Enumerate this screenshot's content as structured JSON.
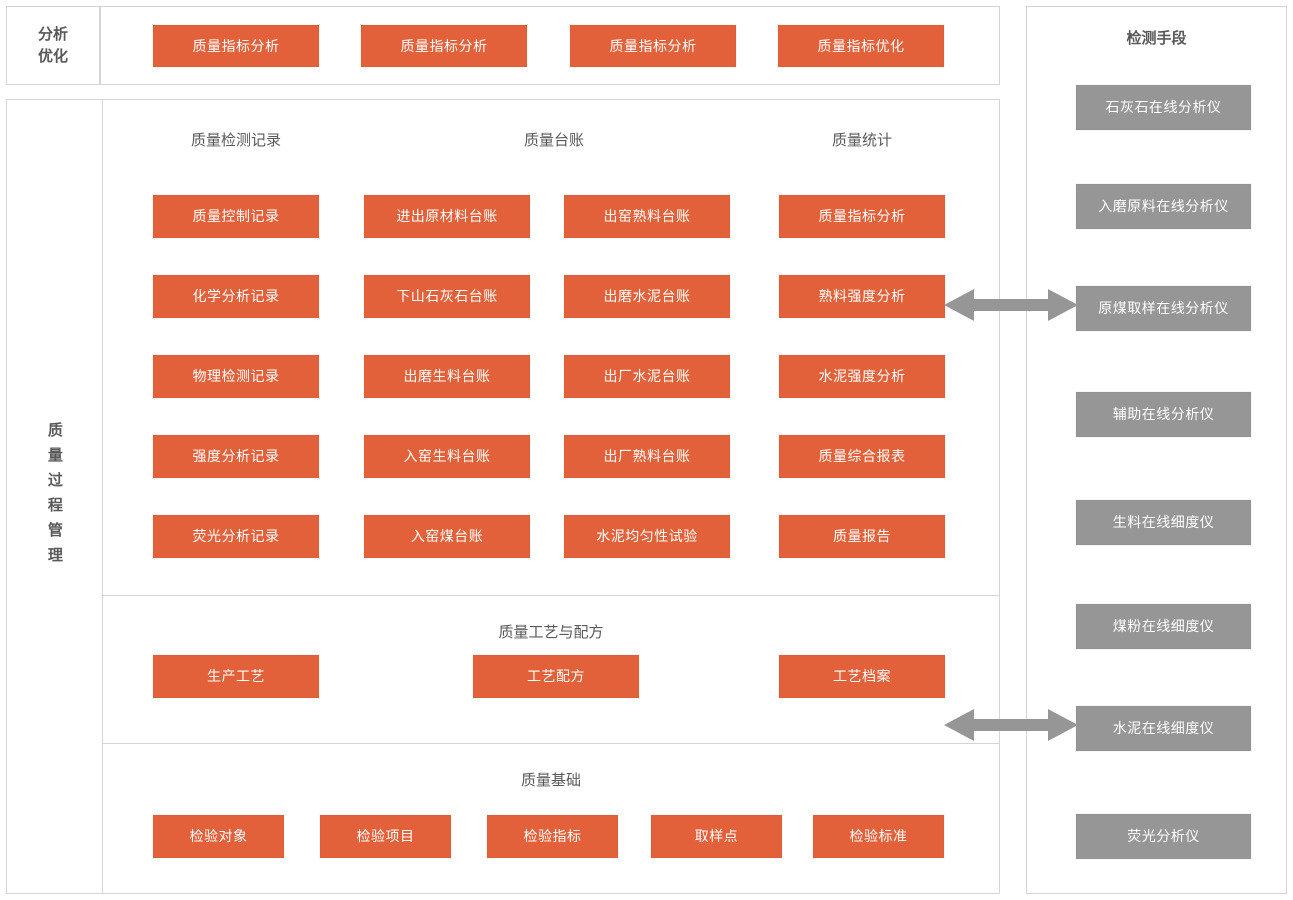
{
  "colors": {
    "orange": "#e2613a",
    "gray": "#969696",
    "border": "#d5d5d5",
    "text": "#595959"
  },
  "left_rail": {
    "top_label": "分析\n优化",
    "top_label_line1": "分析",
    "top_label_line2": "优化",
    "main_label": "质量过程管理"
  },
  "top_row": {
    "tiles": [
      {
        "label": "质量指标分析"
      },
      {
        "label": "质量指标分析"
      },
      {
        "label": "质量指标分析"
      },
      {
        "label": "质量指标优化"
      }
    ]
  },
  "groups": [
    {
      "title": "质量检测记录",
      "tiles": [
        {
          "label": "质量控制记录"
        },
        {
          "label": "化学分析记录"
        },
        {
          "label": "物理检测记录"
        },
        {
          "label": "强度分析记录"
        },
        {
          "label": "荧光分析记录"
        }
      ]
    },
    {
      "title": "质量台账",
      "tiles": [
        {
          "label": "进出原材料台账"
        },
        {
          "label": "下山石灰石台账"
        },
        {
          "label": "出磨生料台账"
        },
        {
          "label": "入窑生料台账"
        },
        {
          "label": "入窑煤台账"
        }
      ]
    },
    {
      "title": "",
      "tiles": [
        {
          "label": "出窑熟料台账"
        },
        {
          "label": "出磨水泥台账"
        },
        {
          "label": "出厂水泥台账"
        },
        {
          "label": "出厂熟料台账"
        },
        {
          "label": "水泥均匀性试验"
        }
      ]
    },
    {
      "title": "质量统计",
      "tiles": [
        {
          "label": "质量指标分析"
        },
        {
          "label": "熟料强度分析"
        },
        {
          "label": "水泥强度分析"
        },
        {
          "label": "质量综合报表"
        },
        {
          "label": "质量报告"
        }
      ]
    }
  ],
  "process_section": {
    "title": "质量工艺与配方",
    "tiles": [
      {
        "label": "生产工艺"
      },
      {
        "label": "工艺配方"
      },
      {
        "label": "工艺档案"
      }
    ]
  },
  "foundation_section": {
    "title": "质量基础",
    "tiles": [
      {
        "label": "检验对象"
      },
      {
        "label": "检验项目"
      },
      {
        "label": "检验指标"
      },
      {
        "label": "取样点"
      },
      {
        "label": "检验标准"
      }
    ]
  },
  "right_rail": {
    "title": "检测手段",
    "tiles": [
      {
        "label": "石灰石在线分析仪"
      },
      {
        "label": "入磨原料在线分析仪"
      },
      {
        "label": "原煤取样在线分析仪"
      },
      {
        "label": "辅助在线分析仪"
      },
      {
        "label": "生料在线细度仪"
      },
      {
        "label": "煤粉在线细度仪"
      },
      {
        "label": "水泥在线细度仪"
      },
      {
        "label": "荧光分析仪"
      }
    ]
  },
  "connectors": [
    {
      "name": "upper-double-arrow"
    },
    {
      "name": "lower-double-arrow"
    }
  ]
}
